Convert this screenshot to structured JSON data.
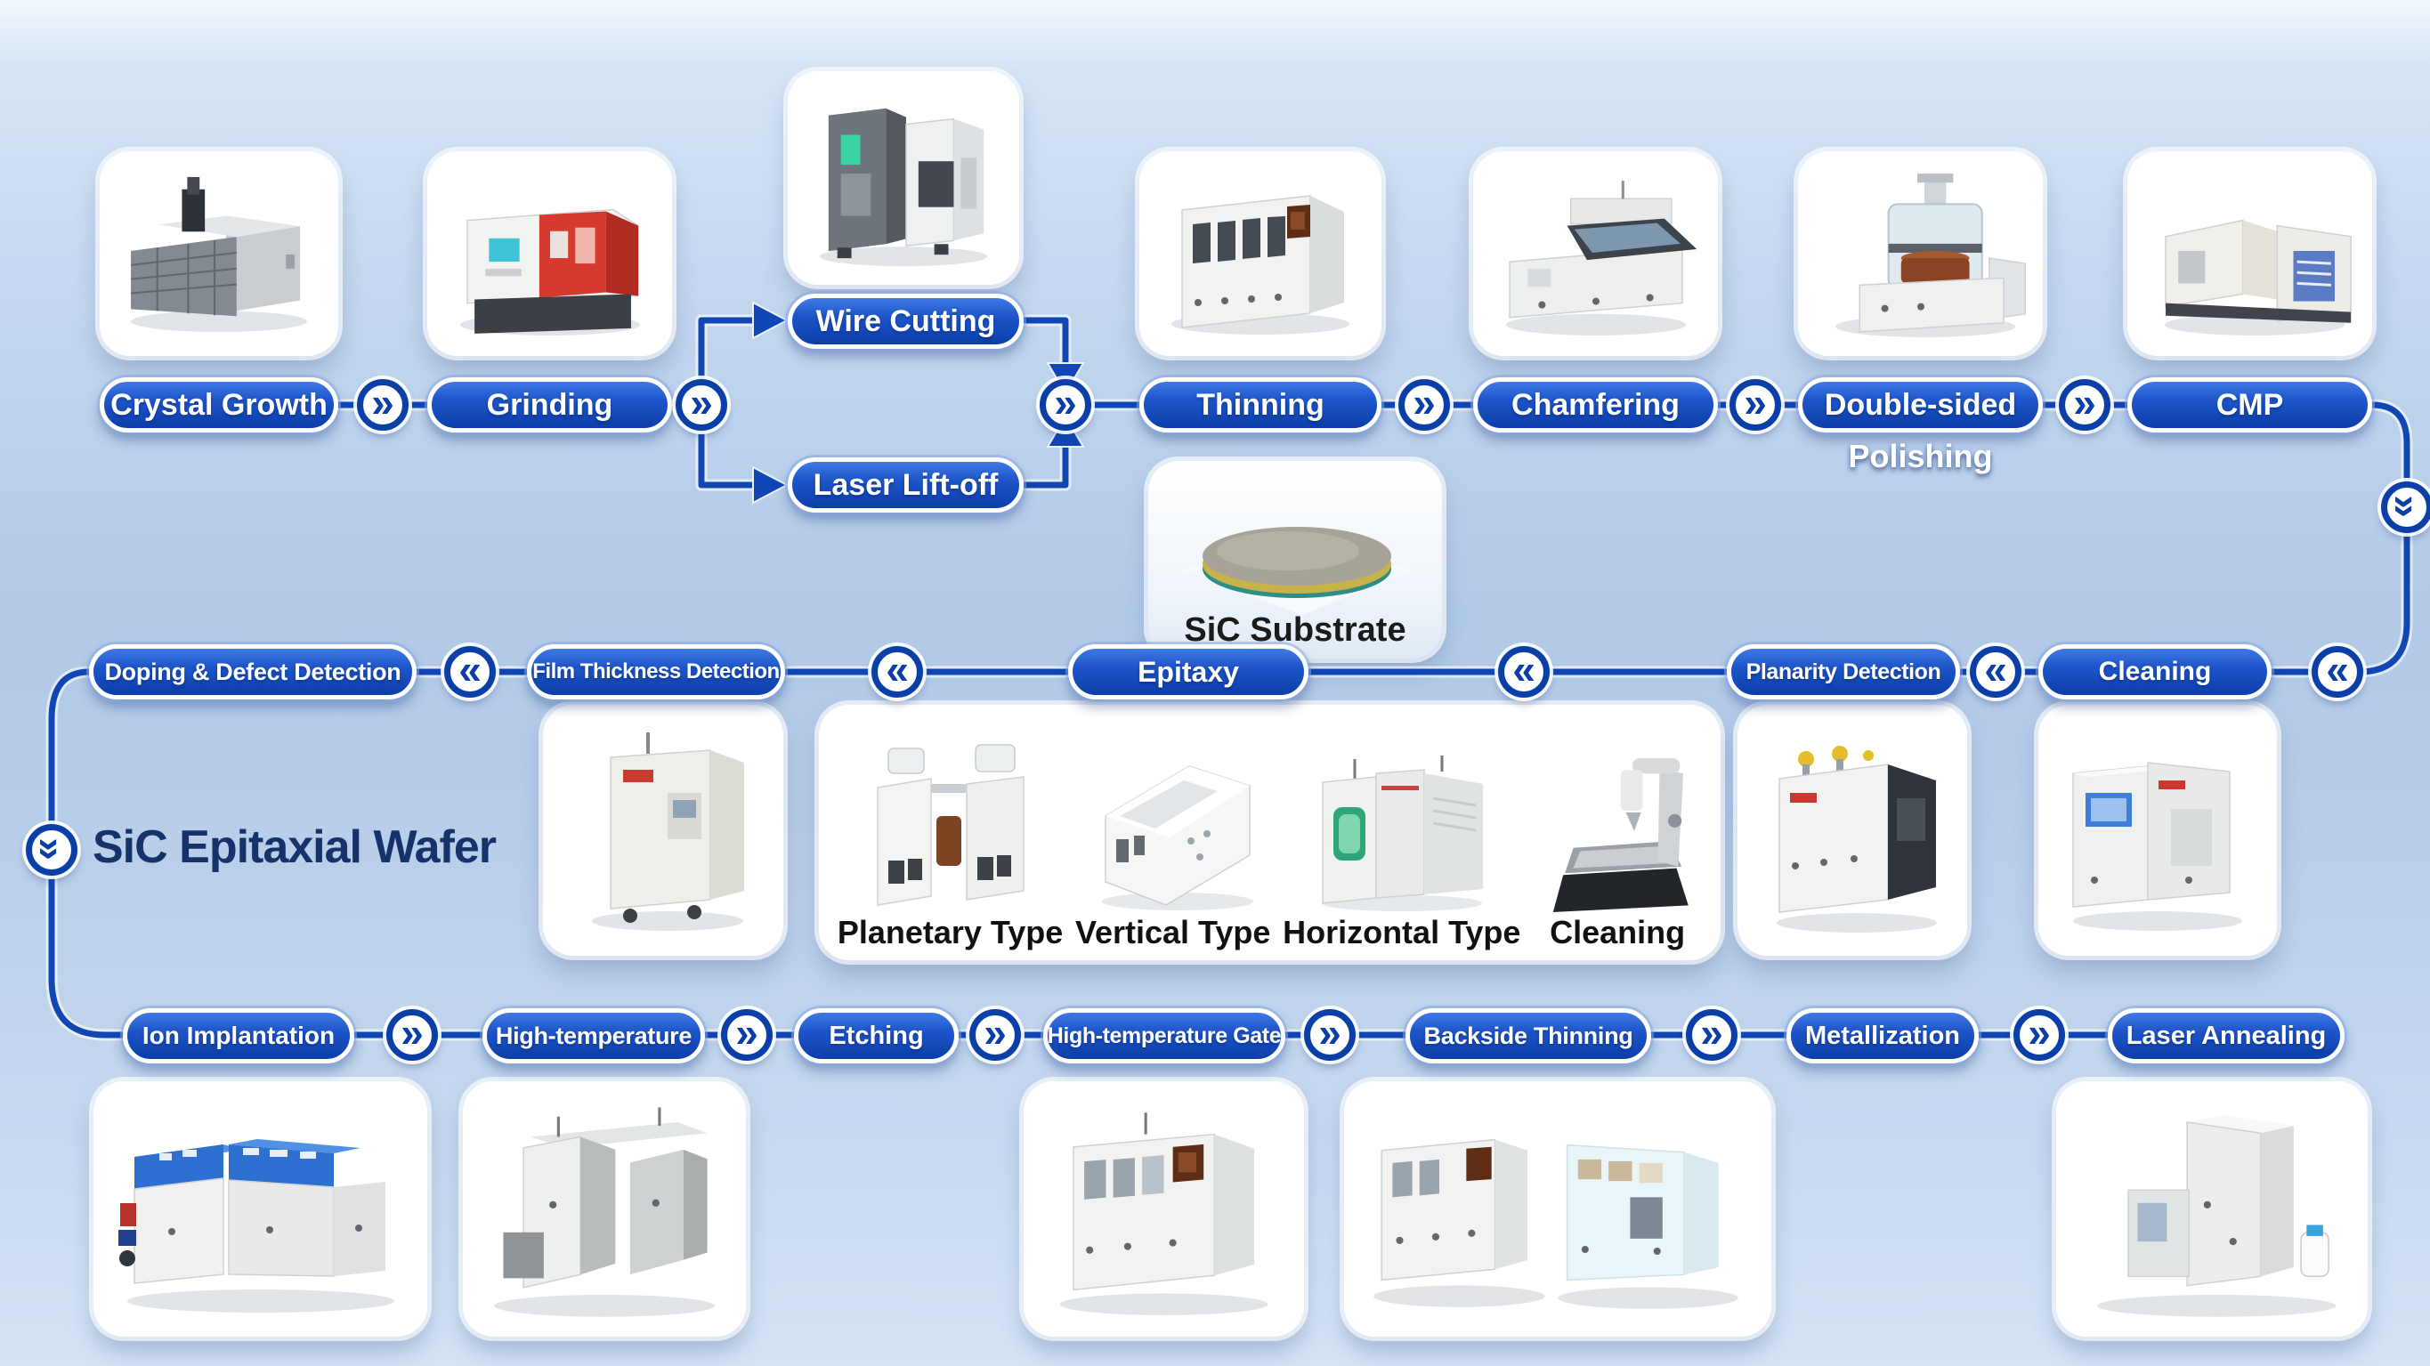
{
  "flow": {
    "top_row": {
      "crystal_growth": "Crystal Growth",
      "grinding": "Grinding",
      "wire_cutting": "Wire Cutting",
      "laser_lift_off": "Laser Lift-off",
      "thinning": "Thinning",
      "chamfering": "Chamfering",
      "double_sided_line1": "Double-sided",
      "double_sided_line2": "Polishing",
      "cmp": "CMP"
    },
    "middle_row": {
      "doping_defect_detection": "Doping & Defect Detection",
      "film_thickness_detection": "Film Thickness Detection",
      "epitaxy": "Epitaxy",
      "planarity_detection": "Planarity Detection",
      "cleaning": "Cleaning"
    },
    "bottom_row": {
      "ion_implantation": "Ion Implantation",
      "high_temperature": "High-temperature",
      "etching": "Etching",
      "high_temperature_gate": "High-temperature Gate",
      "backside_thinning": "Backside Thinning",
      "metallization": "Metallization",
      "laser_annealing": "Laser Annealing"
    }
  },
  "stage_labels": {
    "sic_substrate": "SiC Substrate",
    "sic_epitaxial_wafer": "SiC Epitaxial Wafer"
  },
  "epitaxy_types": {
    "planetary": "Planetary Type",
    "vertical": "Vertical Type",
    "horizontal": "Horizontal Type",
    "cleaning": "Cleaning"
  },
  "icons": {
    "chevron_forward": "»",
    "chevron_backward": "«",
    "chevron_down": "»"
  },
  "colors": {
    "pill_blue_top": "#4079e6",
    "pill_blue_bottom": "#0c3ea8",
    "connector_blue": "#1147b5",
    "chevron_navy": "#0a3fa8",
    "background_blue": "#b2cae8",
    "title_navy": "#15326b"
  }
}
